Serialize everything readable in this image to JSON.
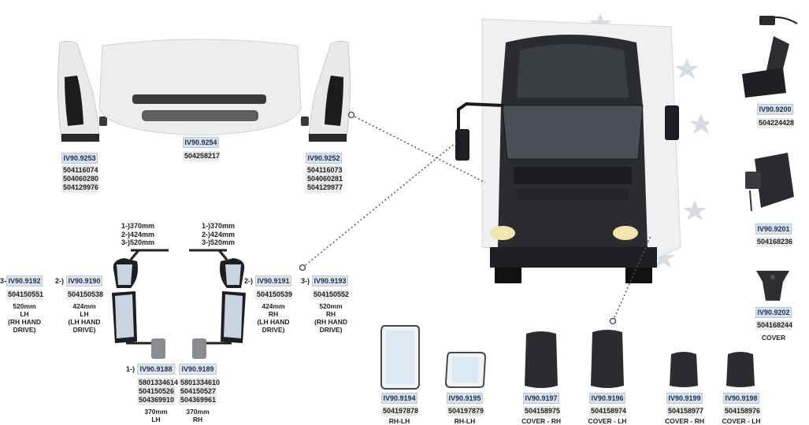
{
  "grille": {
    "left_panel": {
      "code": "IV90.9253",
      "parts": [
        "504116074",
        "504060280",
        "504129976"
      ]
    },
    "center_grille": {
      "code": "IV90.9254",
      "parts": [
        "504258217"
      ]
    },
    "right_panel": {
      "code": "IV90.9252",
      "parts": [
        "504116073",
        "504060281",
        "504129977"
      ]
    }
  },
  "top_right_mirror": {
    "code": "IV90.9200",
    "parts": [
      "504224428"
    ]
  },
  "wide_angle_mirror": {
    "code": "IV90.9201",
    "parts": [
      "504168236"
    ]
  },
  "mirror_cover": {
    "code": "IV90.9202",
    "parts": [
      "504168244"
    ],
    "label": "COVER"
  },
  "arm_dims_left": [
    "1-)370mm",
    "2-)424mm",
    "3-)520mm"
  ],
  "arm_dims_right": [
    "1-)370mm",
    "2-)424mm",
    "3-)520mm"
  ],
  "mirror_assemblies": {
    "lh_520": {
      "prefix": "3-)",
      "code": "IV90.9192",
      "parts": [
        "504150551"
      ],
      "size": "520mm",
      "side": "LH",
      "drive": "(RH HAND DRIVE)"
    },
    "lh_424": {
      "prefix": "2-)",
      "code": "IV90.9190",
      "parts": [
        "504150538"
      ],
      "size": "424mm",
      "side": "LH",
      "drive": "(LH HAND DRIVE)"
    },
    "rh_424": {
      "prefix": "2-)",
      "code": "IV90.9191",
      "parts": [
        "504150539"
      ],
      "size": "424mm",
      "side": "RH",
      "drive": "(LH HAND DRIVE)"
    },
    "rh_520": {
      "prefix": "3-)",
      "code": "IV90.9193",
      "parts": [
        "504150552"
      ],
      "size": "520mm",
      "side": "RH",
      "drive": "(RH HAND DRIVE)"
    },
    "lh_370": {
      "prefix": "1-)",
      "code": "IV90.9188",
      "parts": [
        "5801334614",
        "504150526",
        "504369910"
      ],
      "size": "370mm",
      "side": "LH"
    },
    "rh_370": {
      "code": "IV90.9189",
      "parts": [
        "5801334610",
        "504150527",
        "504369961"
      ],
      "size": "370mm",
      "side": "RH"
    }
  },
  "bottom_parts": [
    {
      "code": "IV90.9194",
      "part": "504197878",
      "label": "RH-LH"
    },
    {
      "code": "IV90.9195",
      "part": "504197879",
      "label": "RH-LH"
    },
    {
      "code": "IV90.9197",
      "part": "504158975",
      "label": "COVER - RH"
    },
    {
      "code": "IV90.9196",
      "part": "504158974",
      "label": "COVER - LH"
    },
    {
      "code": "IV90.9199",
      "part": "504158977",
      "label": "COVER - RH"
    },
    {
      "code": "IV90.9198",
      "part": "504158976",
      "label": "COVER - LH"
    }
  ]
}
